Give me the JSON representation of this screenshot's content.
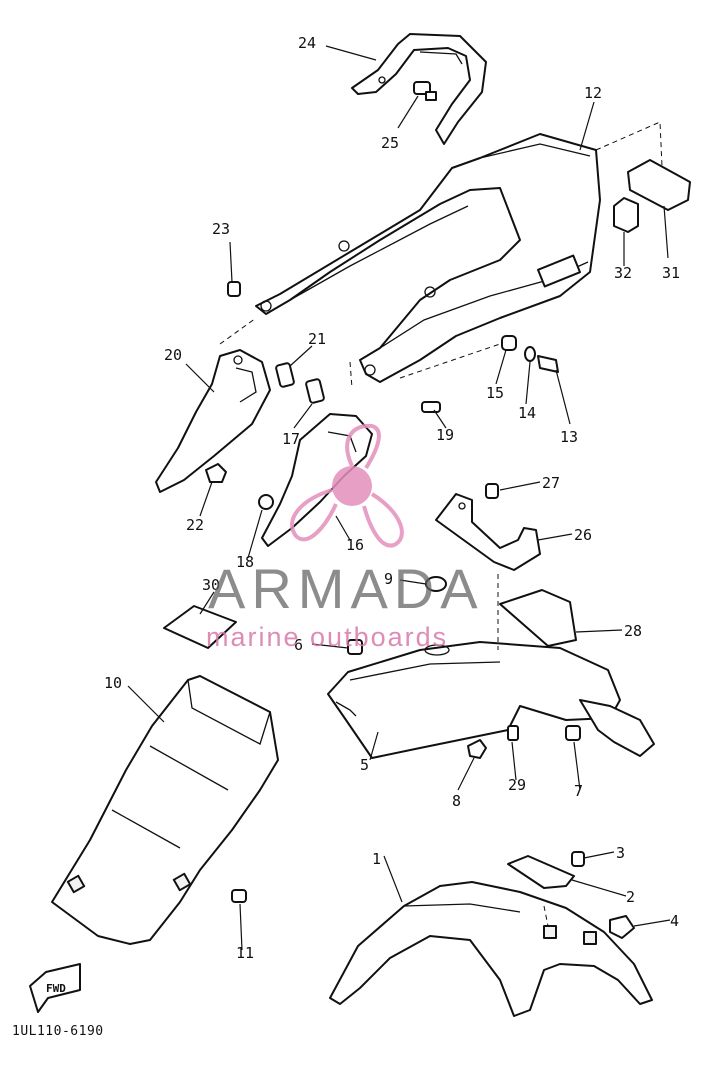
{
  "diagram": {
    "drawing_code": "1UL110-6190",
    "direction_arrow_label": "FWD",
    "callouts": [
      "1",
      "2",
      "3",
      "4",
      "5",
      "6",
      "7",
      "8",
      "9",
      "10",
      "11",
      "12",
      "13",
      "14",
      "15",
      "16",
      "17",
      "18",
      "19",
      "20",
      "21",
      "22",
      "23",
      "24",
      "25",
      "26",
      "27",
      "28",
      "29",
      "30",
      "31",
      "32"
    ]
  },
  "watermark": {
    "brand": "ARMADA",
    "tagline": "marine outboards",
    "accent_color": "#e58fbd"
  }
}
